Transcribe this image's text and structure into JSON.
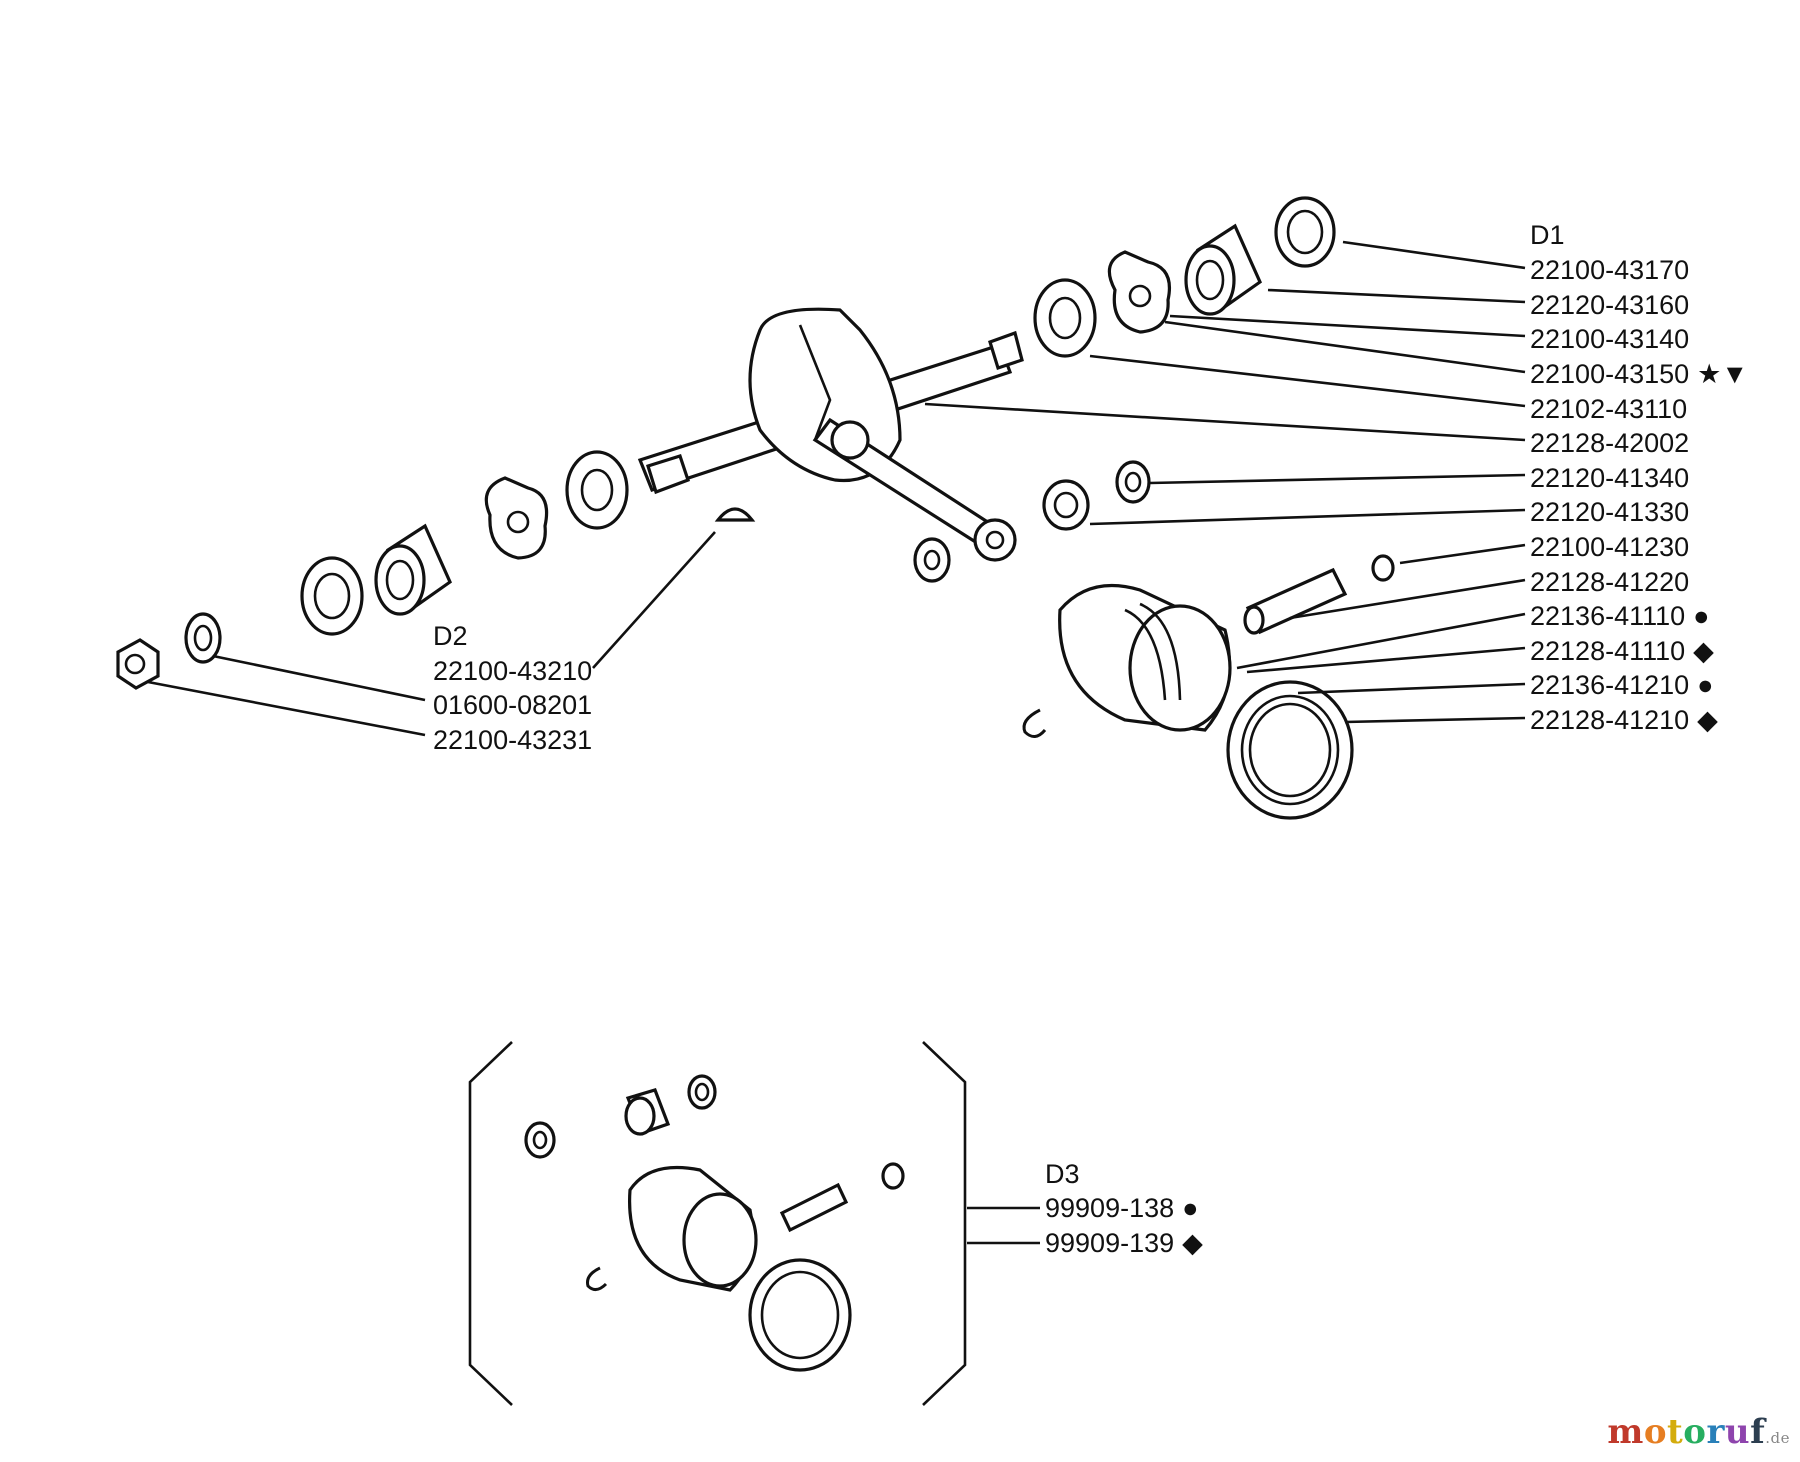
{
  "groups": {
    "d1": "D1",
    "d2": "D2",
    "d3": "D3"
  },
  "callouts_d1": [
    {
      "part": "22100-43170",
      "marker": ""
    },
    {
      "part": "22120-43160",
      "marker": ""
    },
    {
      "part": "22100-43140",
      "marker": ""
    },
    {
      "part": "22100-43150",
      "marker": "★▼"
    },
    {
      "part": "22102-43110",
      "marker": ""
    },
    {
      "part": "22128-42002",
      "marker": ""
    },
    {
      "part": "22120-41340",
      "marker": ""
    },
    {
      "part": "22120-41330",
      "marker": ""
    },
    {
      "part": "22100-41230",
      "marker": ""
    },
    {
      "part": "22128-41220",
      "marker": ""
    },
    {
      "part": "22136-41110",
      "marker": "●"
    },
    {
      "part": "22128-41110",
      "marker": "◆"
    },
    {
      "part": "22136-41210",
      "marker": "●"
    },
    {
      "part": "22128-41210",
      "marker": "◆"
    }
  ],
  "callouts_d2": [
    {
      "part": "22100-43210",
      "marker": ""
    },
    {
      "part": "01600-08201",
      "marker": ""
    },
    {
      "part": "22100-43231",
      "marker": ""
    }
  ],
  "callouts_d3": [
    {
      "part": "99909-138",
      "marker": "●"
    },
    {
      "part": "99909-139",
      "marker": "◆"
    }
  ],
  "watermark": {
    "letters": [
      "m",
      "o",
      "t",
      "o",
      "r",
      "u",
      "f"
    ],
    "colors": [
      "#c0392b",
      "#e67e22",
      "#d4ac0d",
      "#27ae60",
      "#2980b9",
      "#8e44ad",
      "#2c3e50"
    ],
    "tld": ".de"
  }
}
